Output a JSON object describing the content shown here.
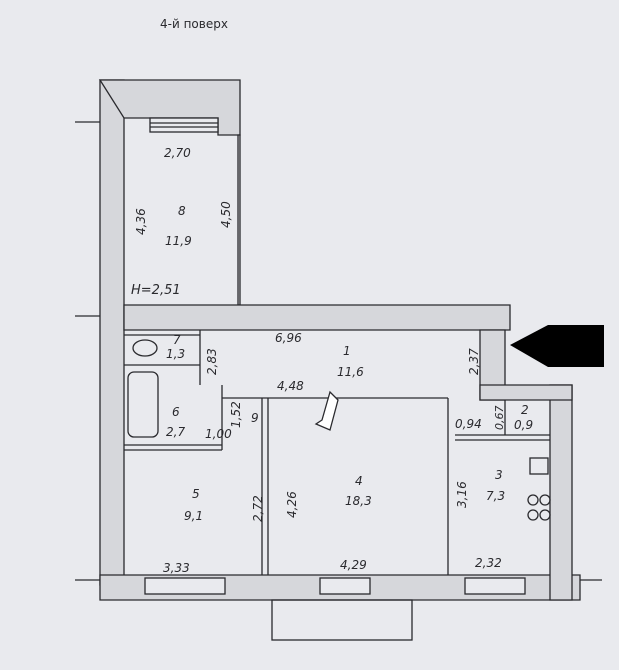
{
  "floor_title": "4-й поверх",
  "ceiling_height": "H=2,51",
  "rooms": [
    {
      "number": "8",
      "area": "11,9"
    },
    {
      "number": "7",
      "area": "1,3"
    },
    {
      "number": "1",
      "area": "11,6"
    },
    {
      "number": "6",
      "area": "2,7"
    },
    {
      "number": "9",
      "area": ""
    },
    {
      "number": "2",
      "area": "0,9"
    },
    {
      "number": "3",
      "area": "7,3"
    },
    {
      "number": "4",
      "area": "18,3"
    },
    {
      "number": "5",
      "area": "9,1"
    }
  ],
  "dimensions": {
    "top_width": "2,70",
    "left_height": "4,36",
    "right_height": "4,50",
    "corridor_width": "6,96",
    "wc_height": "2,83",
    "hall_width": "4,48",
    "hall_right_height": "2,37",
    "closet_height": "1,52",
    "bath_width": "1,00",
    "pantry_width": "0,94",
    "pantry_height": "0,67",
    "room5_height": "2,72",
    "room4_height": "4,26",
    "kitchen_height": "3,16",
    "bottom_left": "3,33",
    "bottom_mid": "4,29",
    "bottom_right": "2,32"
  },
  "colors": {
    "paper": "#e9eaee",
    "wall_fill": "#d6d7db",
    "line": "#2a2a2e",
    "entrance_marker": "#000000"
  }
}
